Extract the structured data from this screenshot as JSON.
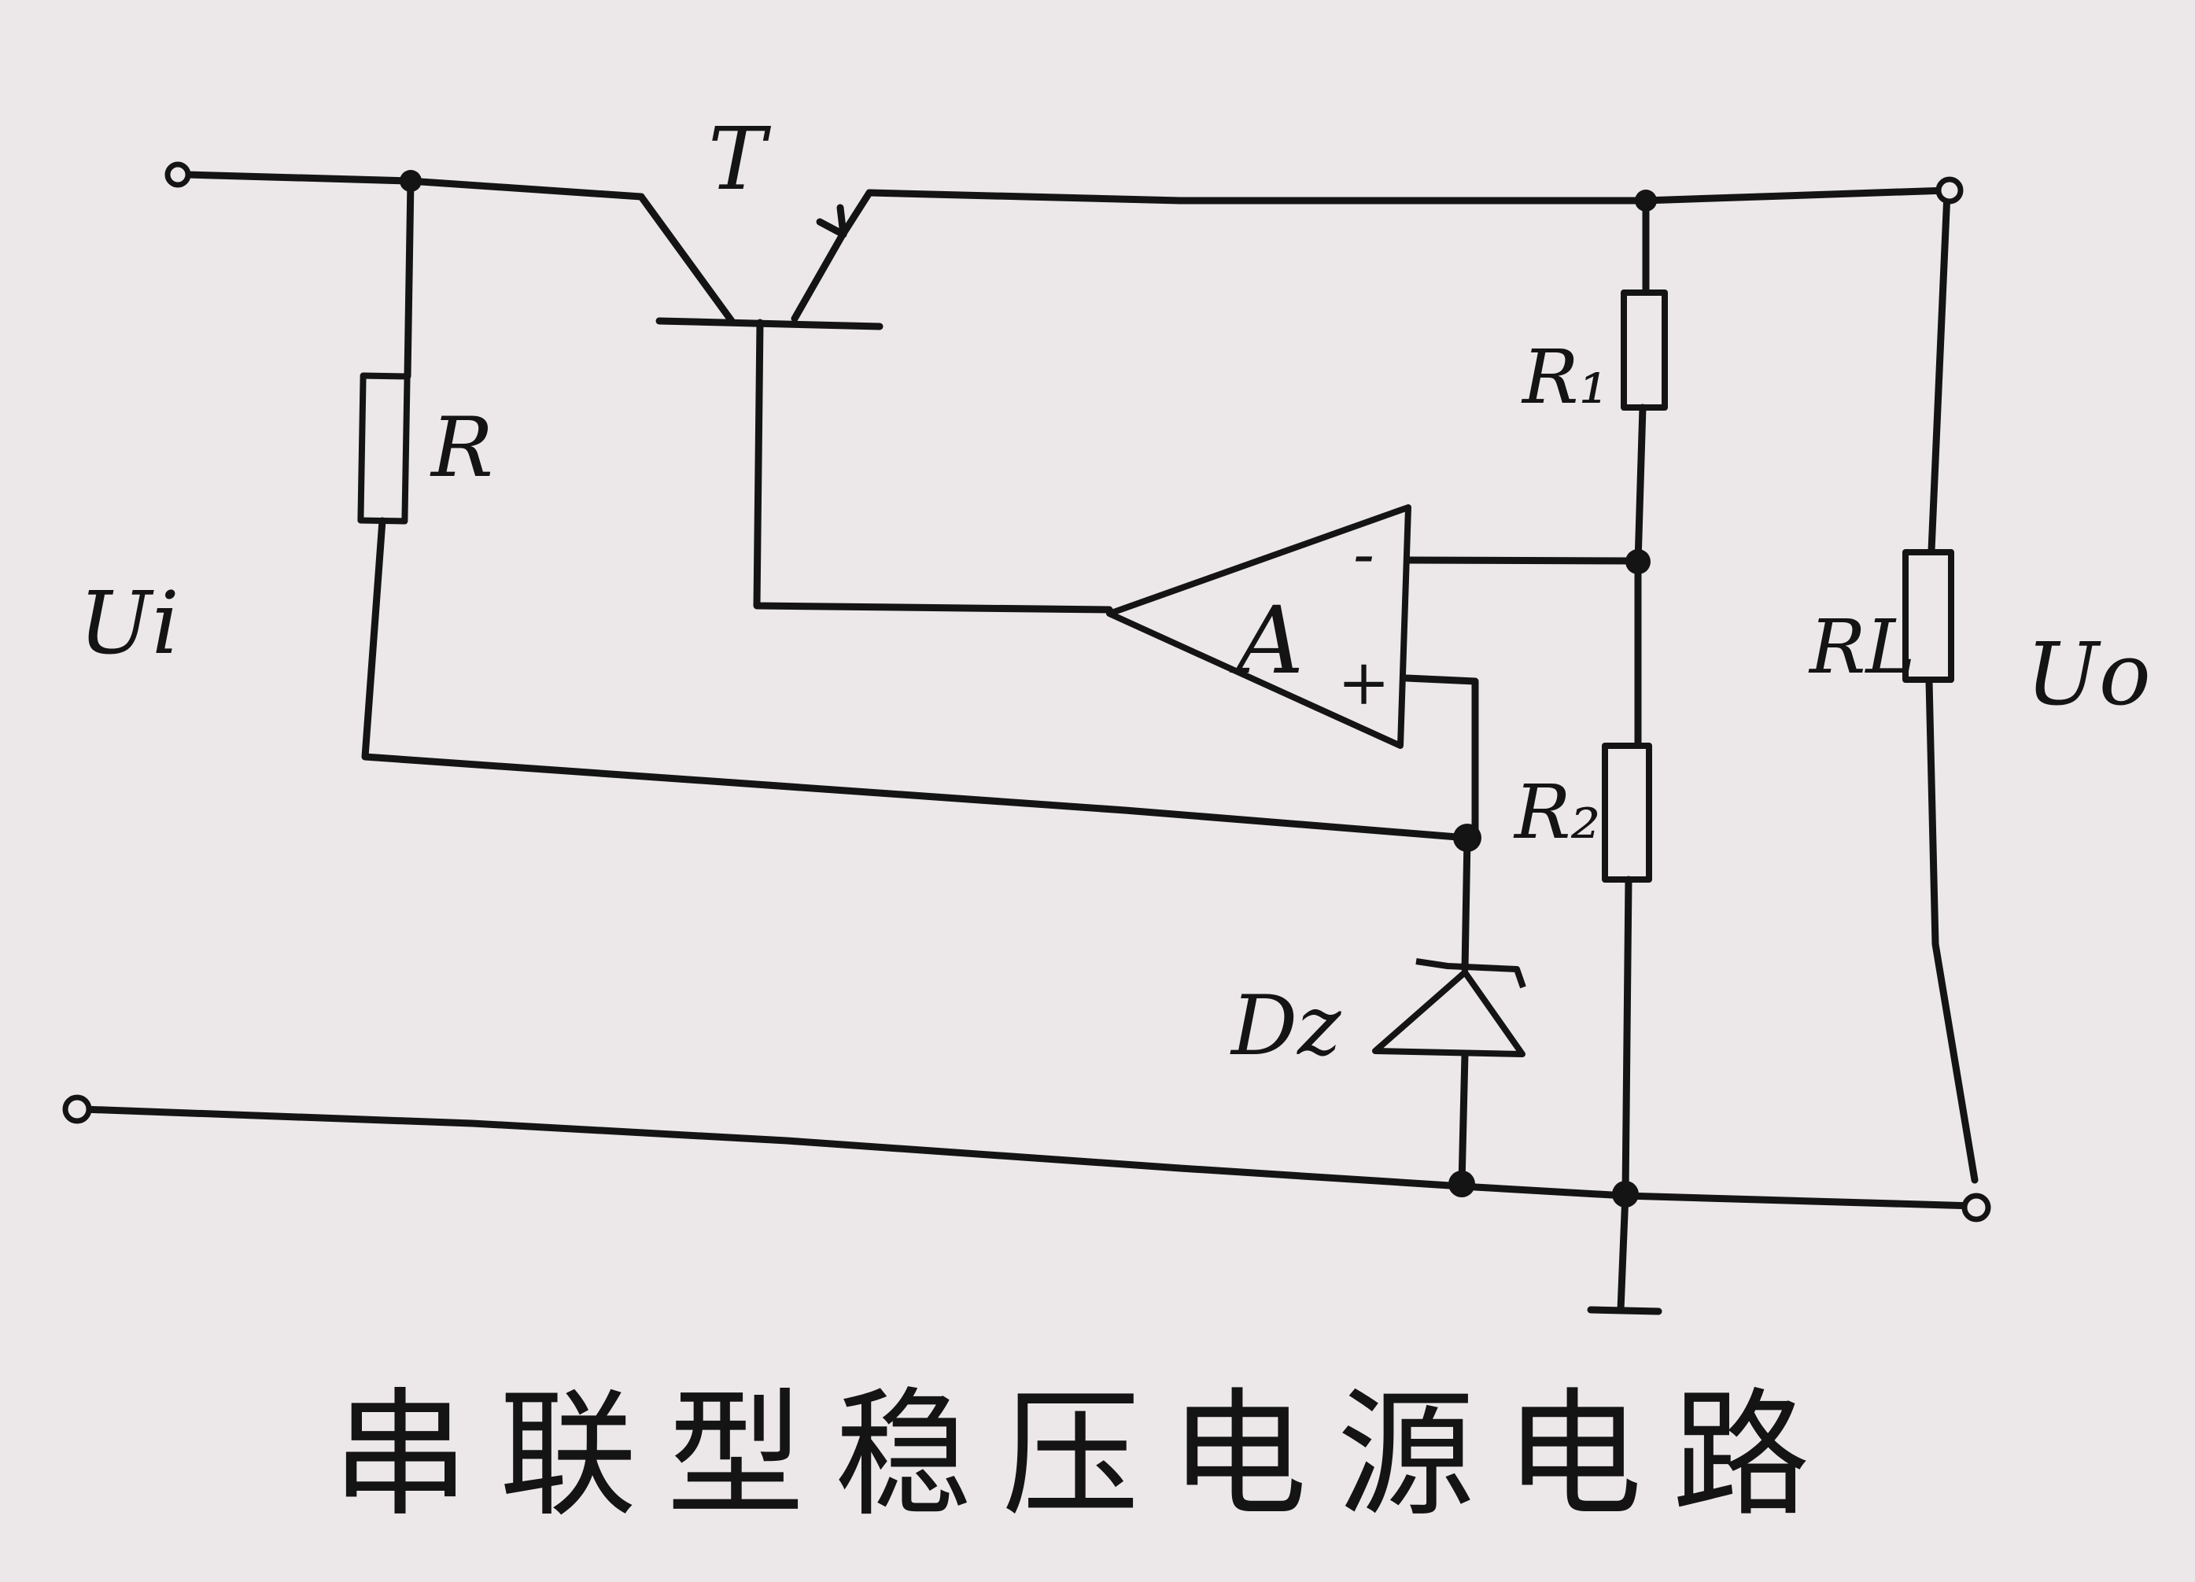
{
  "labels": {
    "transistor": "T",
    "resistor_r": "R",
    "resistor_r1": "R₁",
    "resistor_r2": "R₂",
    "resistor_rl": "RL",
    "amplifier": "A",
    "amp_minus": "-",
    "amp_plus": "+",
    "zener": "Dz",
    "input_voltage": "Ui",
    "output_voltage": "Uo"
  },
  "caption": "串联型稳压电源电路"
}
